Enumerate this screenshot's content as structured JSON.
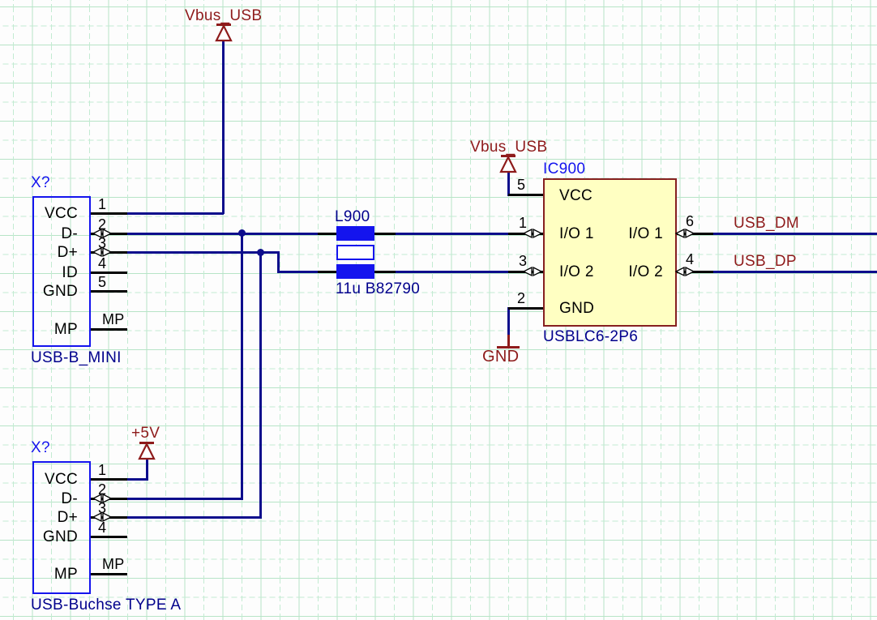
{
  "colors": {
    "wire": "#0d0d8c",
    "symbol_blue": "#1414ee",
    "reference_text": "#1414ee",
    "value_text": "#00008c",
    "dark_red": "#8e1b1b",
    "ic_fill": "#ffffc2",
    "ic_border": "#862020",
    "pin_text": "#000000",
    "grid_line": "#b7e4c7"
  },
  "power": {
    "vbus": "Vbus_USB",
    "plus5v": "+5V",
    "gnd": "GND"
  },
  "nets": {
    "usb_dm": "USB_DM",
    "usb_dp": "USB_DP"
  },
  "connector_top": {
    "ref": "X?",
    "value": "USB-B_MINI",
    "pins": [
      {
        "name": "VCC",
        "number": "1"
      },
      {
        "name": "D-",
        "number": "2"
      },
      {
        "name": "D+",
        "number": "3"
      },
      {
        "name": "ID",
        "number": "4"
      },
      {
        "name": "GND",
        "number": "5"
      },
      {
        "name": "MP",
        "number": "MP"
      }
    ]
  },
  "connector_bottom": {
    "ref": "X?",
    "value": "USB-Buchse TYPE A",
    "pins": [
      {
        "name": "VCC",
        "number": "1"
      },
      {
        "name": "D-",
        "number": "2"
      },
      {
        "name": "D+",
        "number": "3"
      },
      {
        "name": "GND",
        "number": "4"
      },
      {
        "name": "MP",
        "number": "MP"
      }
    ]
  },
  "choke": {
    "ref": "L900",
    "value": "11u B82790"
  },
  "ic": {
    "ref": "IC900",
    "value": "USBLC6-2P6",
    "left_pins": [
      {
        "name": "VCC",
        "number": "5"
      },
      {
        "name": "I/O 1",
        "number": "1"
      },
      {
        "name": "I/O 2",
        "number": "3"
      },
      {
        "name": "GND",
        "number": "2"
      }
    ],
    "right_pins": [
      {
        "name": "I/O 1",
        "number": "6"
      },
      {
        "name": "I/O 2",
        "number": "4"
      }
    ]
  }
}
